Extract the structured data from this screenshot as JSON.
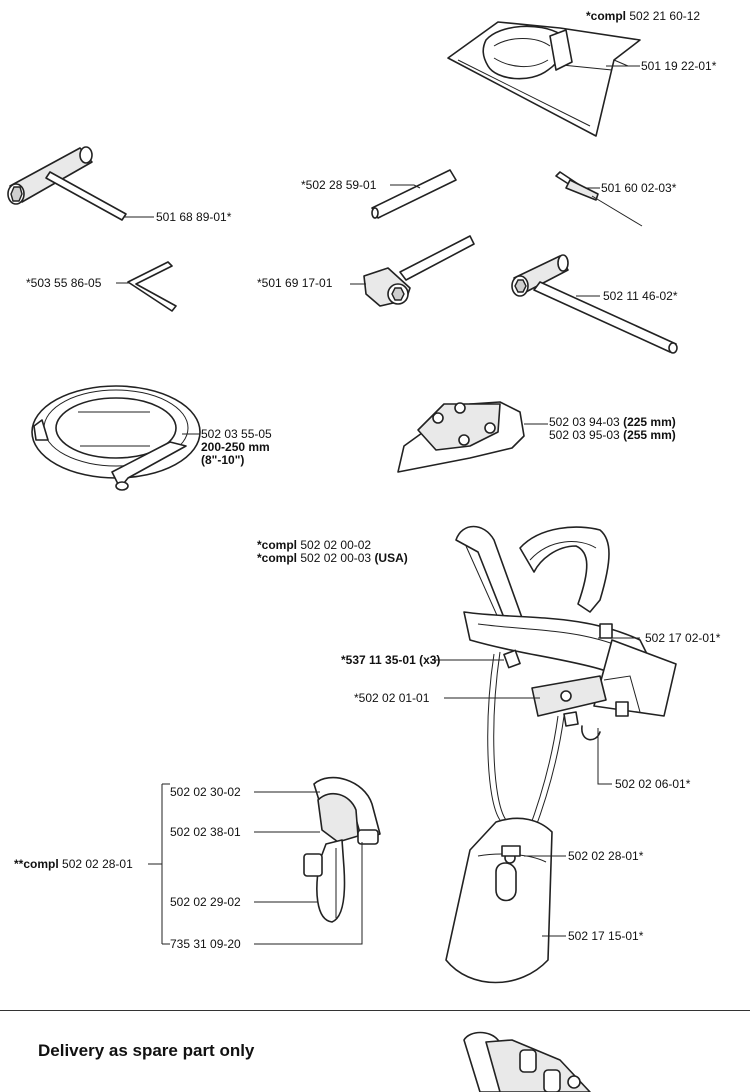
{
  "parts": {
    "bag": {
      "kit_prefix": "*compl",
      "kit_number": "502 21 60-12",
      "bag_number": "501 19 22-01*"
    },
    "t_wrench_small": "501 68 89-01*",
    "hex_key": "*503 55 86-05",
    "rod": "*502 28 59-01",
    "screwdriver": "501 60 02-03*",
    "combi_wrench": "*501 69 17-01",
    "t_wrench_large": "502 11 46-02*",
    "guard_ring": {
      "number": "502 03 55-05",
      "size_mm": "200-250 mm",
      "size_in": "(8\"-10\")"
    },
    "blade_guard": {
      "number_1": "502 03 94-03",
      "size_1": "(225 mm)",
      "number_2": "502 03 95-03",
      "size_2": "(255 mm)"
    },
    "harness": {
      "kit_prefix": "*compl",
      "kit_1": "502 02 00-02",
      "kit_2": "502 02 00-03",
      "kit_2_suffix": "(USA)",
      "buckle": "*537 11 35-01 (x3)",
      "plate": "*502 02 01-01",
      "strap": "502 17 02-01*",
      "hook": "502 02 06-01*",
      "clip": "502 02 28-01*",
      "pad": "502 17 15-01*"
    },
    "hook_assembly": {
      "kit_prefix": "**compl",
      "kit_number": "502 02 28-01",
      "items": [
        "502 02 30-02",
        "502 02 38-01",
        "502 02 29-02",
        "735 31 09-20"
      ]
    }
  },
  "footer": {
    "title": "Delivery as spare part only"
  }
}
